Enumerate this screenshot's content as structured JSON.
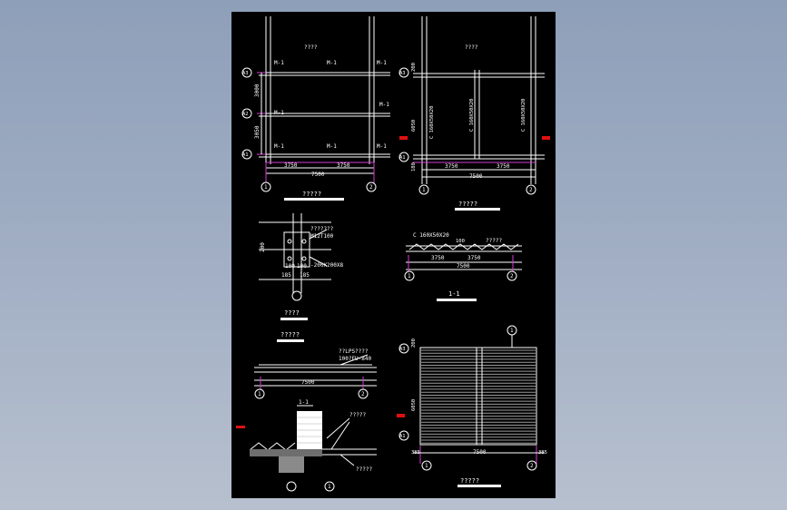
{
  "drawing": {
    "topleft": {
      "title": "????",
      "axes_row": [
        "A3",
        "A2",
        "A1"
      ],
      "dims_vertical": [
        "3000",
        "3050"
      ],
      "dims_h": [
        "3750",
        "3750"
      ],
      "dim_total": "7500",
      "col_bubbles": [
        "1",
        "2"
      ],
      "tags": [
        "M-1",
        "M-1",
        "M-1",
        "M-1",
        "M-1",
        "M-1",
        "M-1",
        "M-1"
      ],
      "caption": "?????"
    },
    "topright": {
      "title": "????",
      "axes_row": [
        "A3",
        "A1"
      ],
      "dims_vertical": [
        "200",
        "6050",
        "180"
      ],
      "purlins": [
        "C 160X50X20",
        "C 160X50X20",
        "C 160X50X20"
      ],
      "dims_h": [
        "3750",
        "3750"
      ],
      "dim_total": "7500",
      "col_bubbles": [
        "1",
        "2"
      ],
      "caption": "?????"
    },
    "detail": {
      "note1": "???????",
      "note2": "M12T100",
      "note3": "-200X200X8",
      "dim_left": "200",
      "dims_bottom": [
        "100",
        "100"
      ],
      "dims_bottom2": [
        "185",
        "185"
      ],
      "caption": "????"
    },
    "section11": {
      "purlin": "C 160X50X20",
      "mid": "100",
      "note": "?????",
      "dims_h": [
        "3750",
        "3750"
      ],
      "dim_total": "7500",
      "col_bubbles": [
        "1",
        "2"
      ],
      "caption": "1-1"
    },
    "midleft": {
      "caption": "?????",
      "note1": "??LPS????",
      "note2": "100?FU-840",
      "dim_total": "7500",
      "col_bubbles": [
        "1",
        "2"
      ]
    },
    "wall": {
      "section_label": "1-1",
      "note1": "?????",
      "note2": "?????",
      "bubble": "1"
    },
    "roof": {
      "axes_row": [
        "A3",
        "A1"
      ],
      "dims_vertical": [
        "200",
        "6050"
      ],
      "top_bubble": "1",
      "dim_left": "385",
      "dim_right": "385",
      "dim_total": "7500",
      "col_bubbles": [
        "1",
        "2"
      ],
      "caption": "?????"
    }
  }
}
